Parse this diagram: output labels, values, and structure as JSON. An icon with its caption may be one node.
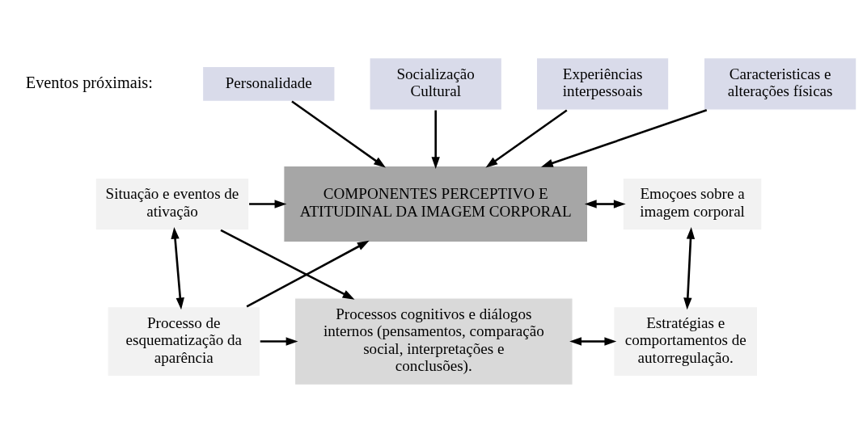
{
  "diagram": {
    "nodes": [
      {
        "text": [
          "Socialização Cultural"
        ]
      },
      {
        "text": [
          "Experiências interpessoais"
        ]
      },
      {
        "text": [
          "Caracteristicas e alterações físicas"
        ]
      },
      {
        "text": [
          "Personalidade"
        ]
      },
      {
        "text": [
          "COMPONENTES PERCEPTIVO E ATITUDINAL DA IMAGEM CORPORAL"
        ]
      },
      {
        "text": [
          "Situação e eventos de ativação"
        ]
      },
      {
        "text": [
          "Processo de esquematização da aparência"
        ]
      },
      {
        "text": [
          "Processos cognitivos e diálogos internos (pensamentos, comparação social, interpretações e conclusões)."
        ]
      },
      {
        "text": [
          "Emoçoes sobre a imagem corporal"
        ]
      },
      {
        "text": [
          "Estratégias e comportamentos de autorregulação."
        ]
      }
    ],
    "edges": [
      {
        "from": 0,
        "to": 4,
        "arrow": "to"
      },
      {
        "from": 1,
        "to": 4,
        "arrow": "to"
      },
      {
        "from": 2,
        "to": 4,
        "arrow": "to"
      },
      {
        "from": 3,
        "to": 4,
        "arrow": "to"
      },
      {
        "from": 4,
        "to": 8,
        "arrow": "both"
      },
      {
        "from": 8,
        "to": 9,
        "arrow": "both"
      },
      {
        "from": 7,
        "to": 9,
        "arrow": "both"
      },
      {
        "from": 5,
        "to": 6,
        "arrow": "both"
      },
      {
        "from": 5,
        "to": 4,
        "arrow": "to"
      },
      {
        "from": 5,
        "to": 7,
        "arrow": "to"
      },
      {
        "from": 6,
        "to": 4,
        "arrow": "to"
      },
      {
        "from": 6,
        "to": 7,
        "arrow": "to"
      }
    ],
    "labels": [
      "Eventos próximais:"
    ]
  }
}
